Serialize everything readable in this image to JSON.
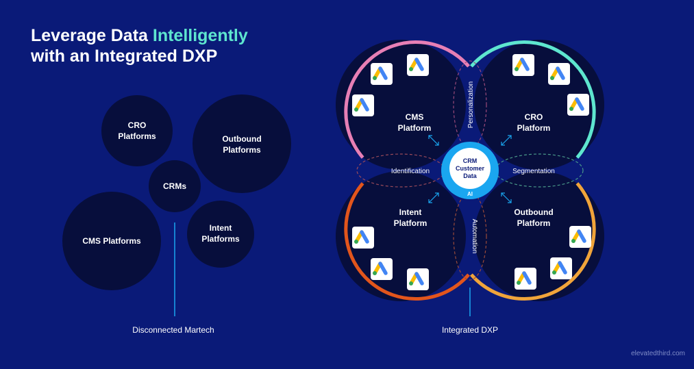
{
  "title": {
    "part1": "Leverage Data ",
    "highlight": "Intelligently",
    "line2": "with an Integrated DXP"
  },
  "left": {
    "bubbles": [
      {
        "lines": [
          "CRO",
          "Platforms"
        ]
      },
      {
        "lines": [
          "Outbound",
          "Platforms"
        ]
      },
      {
        "lines": [
          "CRMs"
        ]
      },
      {
        "lines": [
          "CMS Platforms"
        ]
      },
      {
        "lines": [
          "Intent",
          "Platforms"
        ]
      }
    ],
    "caption": "Disconnected Martech"
  },
  "right": {
    "circles": [
      {
        "lines": [
          "CMS",
          "Platform"
        ],
        "color": "#e77fb5"
      },
      {
        "lines": [
          "CRO",
          "Platform"
        ],
        "color": "#5ee6cf"
      },
      {
        "lines": [
          "Intent",
          "Platform"
        ],
        "color": "#e2551c"
      },
      {
        "lines": [
          "Outbound",
          "Platform"
        ],
        "color": "#f0a43a"
      }
    ],
    "overlaps": [
      "Personalization",
      "Identification",
      "Segmentation",
      "Automation"
    ],
    "center": {
      "lines": [
        "CRM",
        "Customer",
        "Data"
      ],
      "badge": "AI",
      "color": "#1aa6f0"
    },
    "caption": "Integrated DXP"
  },
  "colors": {
    "background": "#0a1a78",
    "bubble": "#070e3c",
    "highlight": "#5ee6cf"
  },
  "icon": "google-ads-icon",
  "watermark": "elevatedthird.com"
}
